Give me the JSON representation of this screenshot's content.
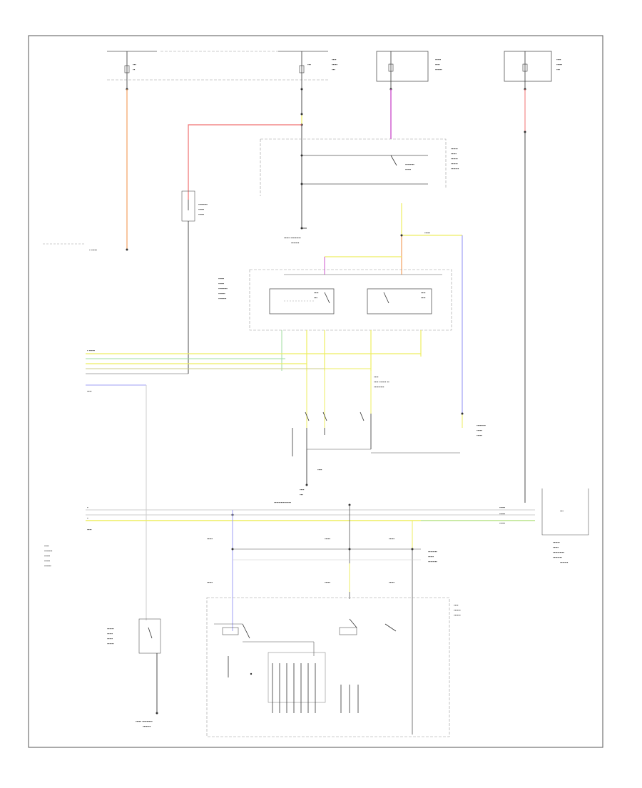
{
  "diagram": {
    "title": "",
    "sheet_id": "",
    "colors": {
      "frame": "#555555",
      "wire_black": "#222222",
      "wire_orange": "#f2a060",
      "wire_red": "#f07070",
      "wire_violet": "#cc55cc",
      "wire_yellow": "#eeee60",
      "wire_blue": "#9f9ff5",
      "wire_green": "#9fdd9f",
      "wire_grey": "#cccccc",
      "dashed_box": "#999999"
    },
    "power_sources": [
      {
        "id": "fuse-1",
        "label": ""
      },
      {
        "id": "fuse-2",
        "label": ""
      },
      {
        "id": "fuse-3",
        "label": ""
      },
      {
        "id": "fuse-4",
        "label": ""
      }
    ],
    "components": [
      {
        "id": "relay-top",
        "label": ""
      },
      {
        "id": "dual-relay",
        "label": ""
      },
      {
        "id": "left-switch",
        "label": ""
      },
      {
        "id": "right-switch",
        "label": ""
      },
      {
        "id": "ground-junction",
        "label": ""
      },
      {
        "id": "connector-block",
        "label": ""
      },
      {
        "id": "control-module",
        "label": ""
      },
      {
        "id": "right-module",
        "label": ""
      }
    ],
    "connector_pins": [
      "1",
      "2",
      "3",
      "4",
      "5",
      "6"
    ],
    "lower_pins": [
      "1",
      "2",
      "3"
    ]
  }
}
